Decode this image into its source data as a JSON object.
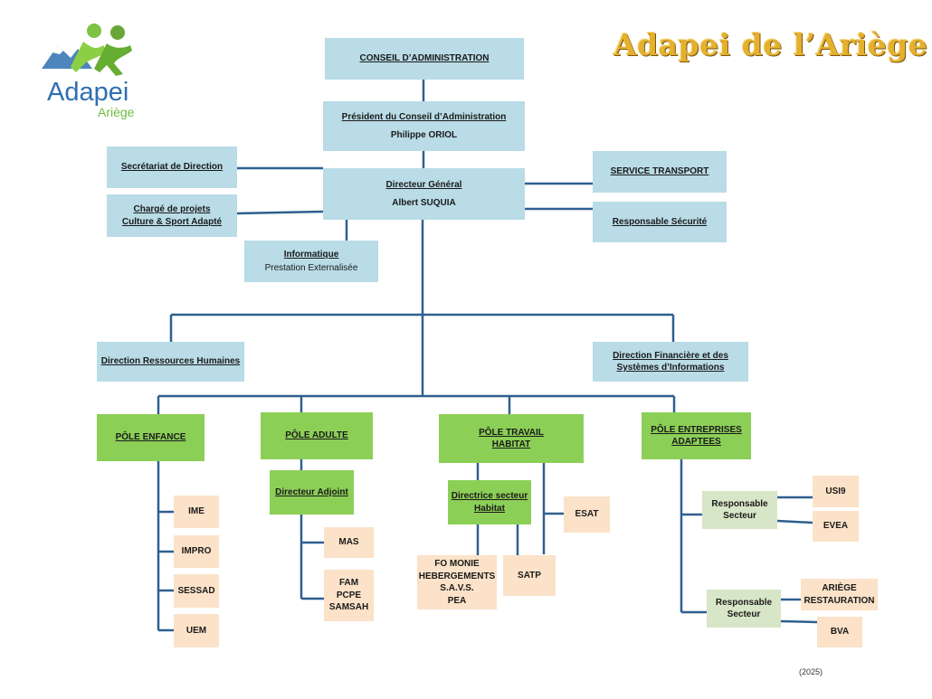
{
  "header": {
    "title": "Adapei de l’Ariège",
    "logo_text": "Adapei",
    "logo_subtext": "Ariège"
  },
  "top": {
    "conseil": "CONSEIL D’ADMINISTRATION",
    "president_title": "Président du Conseil d’Administration",
    "president_name": "Philippe ORIOL",
    "dg_title": "Directeur Général",
    "dg_name": "Albert SUQUIA",
    "secretariat": "Secrétariat de Direction",
    "projets_line1": "Chargé de projets",
    "projets_line2": "Culture & Sport Adapté",
    "informatique_title": "Informatique",
    "informatique_sub": "Prestation  Externalisée",
    "transport": "SERVICE TRANSPORT",
    "securite": "Responsable Sécurité",
    "drh": "Direction Ressources Humaines",
    "dfsi_line1": "Direction Financière et des",
    "dfsi_line2": "Systèmes d’Informations"
  },
  "poles": {
    "enfance": {
      "label": "PÔLE ENFANCE",
      "items": [
        "IME",
        "IMPRO",
        "SESSAD",
        "UEM"
      ]
    },
    "adulte": {
      "label": "PÔLE ADULTE",
      "adjoint": "Directeur Adjoint",
      "mas": "MAS",
      "fam_lines": [
        "FAM",
        "PCPE",
        "SAMSAH"
      ]
    },
    "travail": {
      "label_line1": "PÔLE TRAVAIL",
      "label_line2": "HABITAT",
      "directrice_line1": "Directrice secteur",
      "directrice_line2": "Habitat",
      "esat": "ESAT",
      "satp": "SATP",
      "fo_lines": [
        "FO MONIE",
        "HEBERGEMENTS",
        "S.A.V.S.",
        "PEA"
      ]
    },
    "entreprises": {
      "label_line1": "PÔLE ENTREPRISES",
      "label_line2": "ADAPTEES",
      "resp1_line1": "Responsable",
      "resp1_line2": "Secteur",
      "usi9": "USI9",
      "evea": "EVEA",
      "resp2_line1": "Responsable",
      "resp2_line2": "Secteur",
      "ariege_line1": "ARIÈGE",
      "ariege_line2": "RESTAURATION",
      "bva": "BVA"
    }
  },
  "footer": {
    "year": "(2025)"
  },
  "colors": {
    "connector": "#2f5f8f",
    "blue_box": "#b9dce7",
    "green_box": "#8ccf57",
    "peach_box": "#fbe2c8",
    "sage_box": "#d7e6c6",
    "title_gold": "#e4b02e"
  }
}
